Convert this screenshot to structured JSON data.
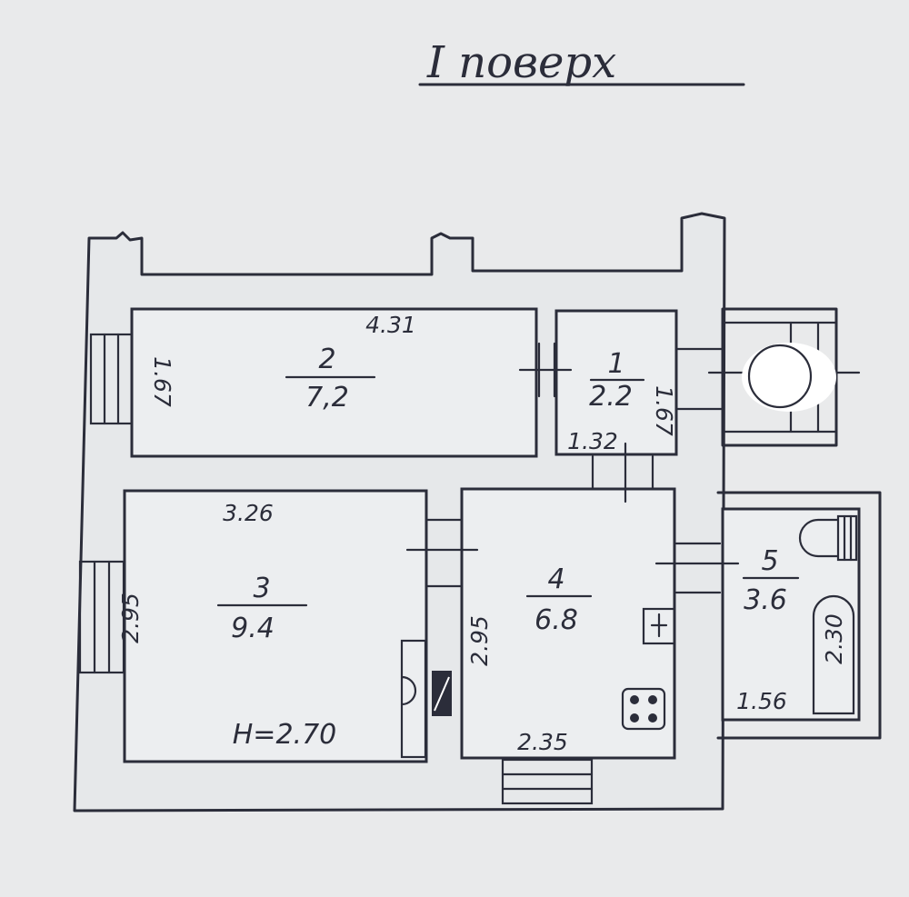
{
  "title": "I поверх",
  "ceiling_height": "H=2.70",
  "rooms": [
    {
      "id": "1",
      "area": "2.2"
    },
    {
      "id": "2",
      "area": "7,2"
    },
    {
      "id": "3",
      "area": "9.4"
    },
    {
      "id": "4",
      "area": "6.8"
    },
    {
      "id": "5",
      "area": "3.6"
    }
  ],
  "dimensions": {
    "room2_width": "4.31",
    "room2_depth": "1.67",
    "room1_width": "1.32",
    "room1_depth": "1.67",
    "room3_width": "3.26",
    "room3_depth": "2.95",
    "room4_width": "2.35",
    "room4_depth": "2.95",
    "room5_width": "1.56",
    "room5_depth": "2.30"
  }
}
